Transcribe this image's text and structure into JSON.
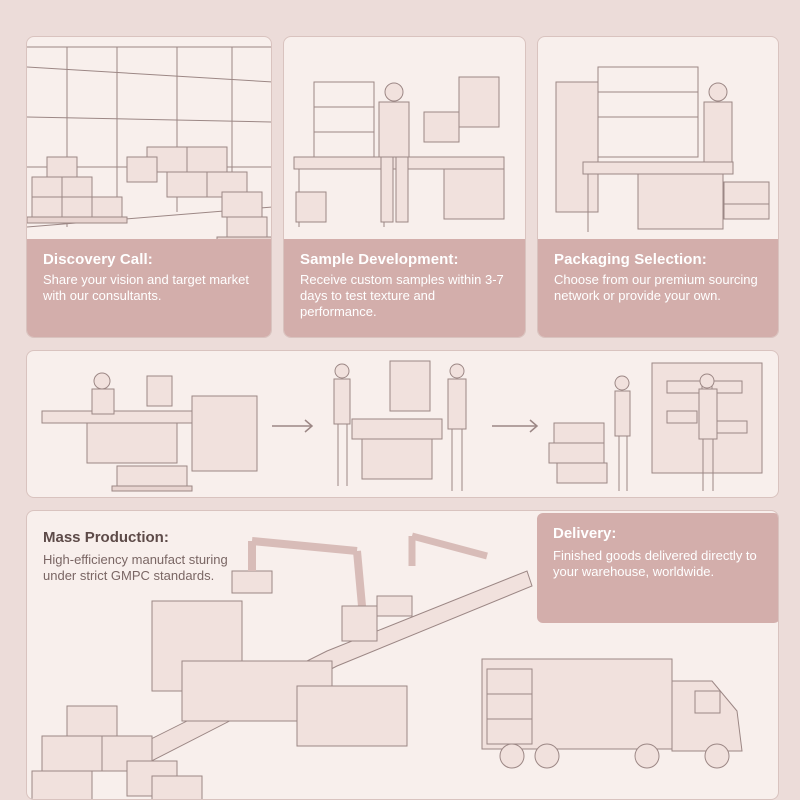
{
  "steps": [
    {
      "title": "Discovery Call:",
      "text": "Share your vision and target market with our consultants."
    },
    {
      "title": "Sample Development:",
      "text": "Receive custom samples within 3-7 days to test texture and performance."
    },
    {
      "title": "Packaging Selection:",
      "text": "Choose from our premium sourcing network or provide your own."
    }
  ],
  "production": {
    "title": "Mass Production:",
    "text": "High-efficiency manufact sturing under strict GMPC standards."
  },
  "delivery": {
    "title": "Delivery:",
    "text": "Finished goods delivered directly to your warehouse, worldwide."
  },
  "colors": {
    "background": "#ecdcd9",
    "panel": "#f8efec",
    "caption": "#d3aeab",
    "line": "#9c8785"
  }
}
